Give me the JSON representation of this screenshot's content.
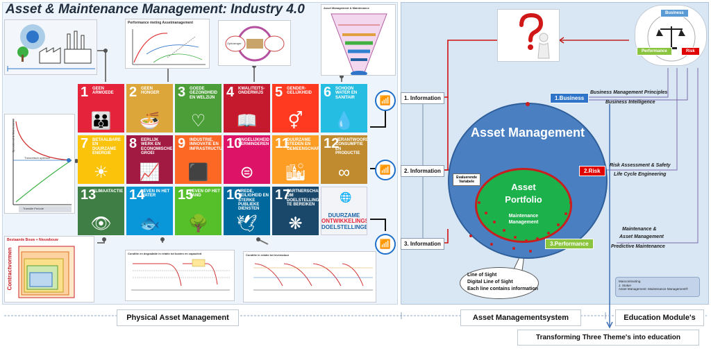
{
  "title": "Asset & Maintenance Management: Industry 4.0",
  "thumbnails": {
    "performance": "Performance meting Assetmanagement",
    "cycle": "Optiusinger",
    "asset_levels": "Asset Management & Maintenance",
    "contract_title": "Bestaande Bouw + Nieuwbouw",
    "contract_vertical": "Contractvormen",
    "tradeoff_top": "Operational & Maintenance",
    "tradeoff_middle": "Theoretisch optimum",
    "tradeoff_bottom": "Transitie Periode",
    "chart_a_title": "Conditie en degradatie in relatie tot kosten en capaciteit",
    "chart_b_title": "Conditie in relatie tot levensduur"
  },
  "sdg": [
    {
      "num": "1",
      "text": "Geen armoede",
      "color": "#e5243b",
      "icon": "family-icon"
    },
    {
      "num": "2",
      "text": "Geen honger",
      "color": "#dda63a",
      "icon": "bowl-icon"
    },
    {
      "num": "3",
      "text": "Goede gezondheid en welzijn",
      "color": "#4c9f38",
      "icon": "heartbeat-icon"
    },
    {
      "num": "4",
      "text": "Kwaliteits-onderwijs",
      "color": "#c5192d",
      "icon": "book-icon"
    },
    {
      "num": "5",
      "text": "Gender-gelijkheid",
      "color": "#ff3a21",
      "icon": "gender-icon"
    },
    {
      "num": "6",
      "text": "Schoon water en sanitair",
      "color": "#26bde2",
      "icon": "water-drop-icon"
    },
    {
      "num": "7",
      "text": "Betaalbare en duurzame energie",
      "color": "#fcc30b",
      "icon": "sun-icon"
    },
    {
      "num": "8",
      "text": "Eerlijk werk en economische groei",
      "color": "#a21942",
      "icon": "growth-chart-icon"
    },
    {
      "num": "9",
      "text": "Industrie, innovatie en infrastructuur",
      "color": "#fd6925",
      "icon": "cubes-icon"
    },
    {
      "num": "10",
      "text": "Ongelijkheid verminderen",
      "color": "#dd1367",
      "icon": "equal-icon"
    },
    {
      "num": "11",
      "text": "Duurzame steden en gemeenschappen",
      "color": "#fd9d24",
      "icon": "city-icon"
    },
    {
      "num": "12",
      "text": "Verantwoorde consumptie en productie",
      "color": "#bf8b2e",
      "icon": "infinity-icon"
    },
    {
      "num": "13",
      "text": "Klimaatactie",
      "color": "#3f7e44",
      "icon": "eye-globe-icon"
    },
    {
      "num": "14",
      "text": "Leven in het water",
      "color": "#0a97d9",
      "icon": "fish-icon"
    },
    {
      "num": "15",
      "text": "Leven op het land",
      "color": "#56c02b",
      "icon": "tree-icon"
    },
    {
      "num": "16",
      "text": "Vrede, veiligheid en sterke publieke diensten",
      "color": "#00689d",
      "icon": "dove-icon"
    },
    {
      "num": "17",
      "text": "Partnerschap om doelstellingen te bereiken",
      "color": "#19486a",
      "icon": "rings-icon"
    }
  ],
  "sdg_logo": {
    "line1": "DUURZAME",
    "line2": "ONTWIKKELINGS",
    "line3": "DOELSTELLINGEN"
  },
  "information": [
    "1. Information",
    "2. Information",
    "3. Information"
  ],
  "asset_management": {
    "title": "Asset Management",
    "portfolio_line1": "Asset",
    "portfolio_line2": "Portfolio",
    "portfolio_sub1": "Maintenance",
    "portfolio_sub2": "Management",
    "evaluating_line1": "Evaluerende",
    "evaluating_line2": "Variabele"
  },
  "badges": {
    "business": "1.Business",
    "risk": "2.Risk",
    "performance": "3.Performance"
  },
  "badge_colors": {
    "business": "#2e74c9",
    "risk": "#e00000",
    "performance": "#8bc53f"
  },
  "themes": {
    "business_1": "Business Management Principles",
    "business_2": "Business Intelligence",
    "risk_1": "Risk Assessment & Safety",
    "risk_2": "Life Cycle Engineering",
    "perf_1": "Maintenance &",
    "perf_2": "Asset Management",
    "perf_3": "Predictive Maintenance"
  },
  "scale_diagram": {
    "business": "Business",
    "performance": "Performance",
    "risk": "Risk"
  },
  "callout": [
    "Line of Sight",
    "Digital Line of Sight",
    "Each line contains information"
  ],
  "edu_note": [
    "Mancontracting",
    "J. Stoker",
    "Asset Management: Maintenance Management®"
  ],
  "bottom_labels": {
    "physical": "Physical Asset Management",
    "system": "Asset Managementsystem",
    "education": "Education Module's",
    "transform": "Transforming Three Theme's into education"
  }
}
